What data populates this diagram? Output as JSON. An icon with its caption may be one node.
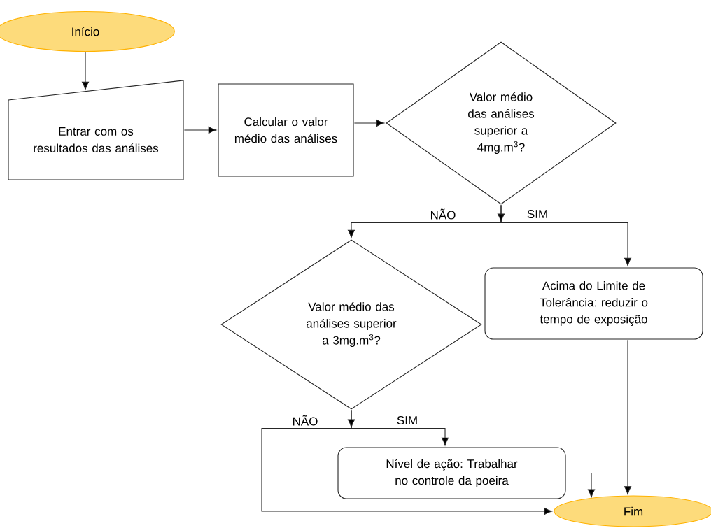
{
  "diagram": {
    "nodes": [
      {
        "text": [
          "Início"
        ]
      },
      {
        "text": [
          "Entrar com os resultados das análises"
        ]
      },
      {
        "text": [
          "Calcular o valor médio das análises"
        ]
      },
      {
        "text": [
          "Valor médio das análises superior a 4mg.m$^{3}$?"
        ]
      },
      {
        "text": [
          "Valor médio das análises superior a 3mg.m$^{3}$?"
        ]
      },
      {
        "text": [
          "Acima do Limite de Tolerância: reduzir o tempo de exposição"
        ]
      },
      {
        "text": [
          "Nível de ação: Trabalhar no controle da poeira"
        ]
      },
      {
        "text": [
          "Fim"
        ]
      }
    ],
    "edges": [
      {
        "from": 0,
        "to": 1,
        "arrow": "to"
      },
      {
        "from": 1,
        "to": 2,
        "arrow": "to"
      },
      {
        "from": 2,
        "to": 3,
        "arrow": "to"
      },
      {
        "from": 3,
        "to": 4,
        "arrow": "to",
        "label": "NÃO"
      },
      {
        "from": 3,
        "to": 5,
        "arrow": "to",
        "label": "SIM"
      },
      {
        "from": 4,
        "to": 7,
        "arrow": "to",
        "label": "NÃO"
      },
      {
        "from": 4,
        "to": 6,
        "arrow": "to",
        "label": "SIM"
      },
      {
        "from": 5,
        "to": 7,
        "arrow": "to"
      },
      {
        "from": 6,
        "to": 7,
        "arrow": "to"
      }
    ]
  }
}
